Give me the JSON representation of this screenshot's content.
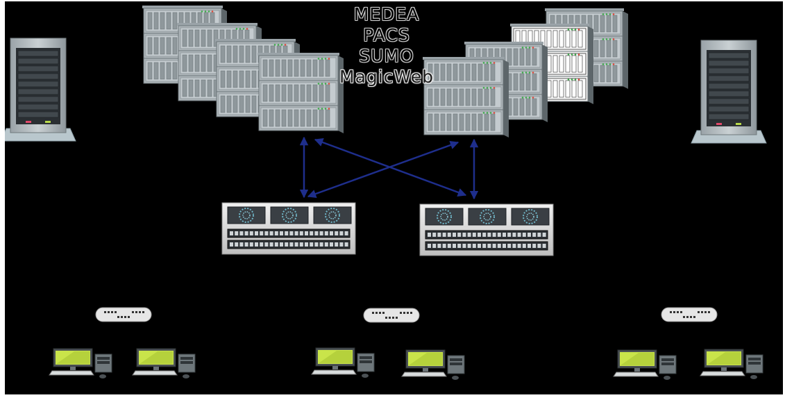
{
  "diagram": {
    "labels": [
      "MEDEA",
      "PACS",
      "SUMO",
      "MagicWeb"
    ],
    "colors": {
      "background": "#000000",
      "arrow": "#1e2e8c",
      "server": "#d6dcdf",
      "screen": "#c9e44a"
    }
  }
}
